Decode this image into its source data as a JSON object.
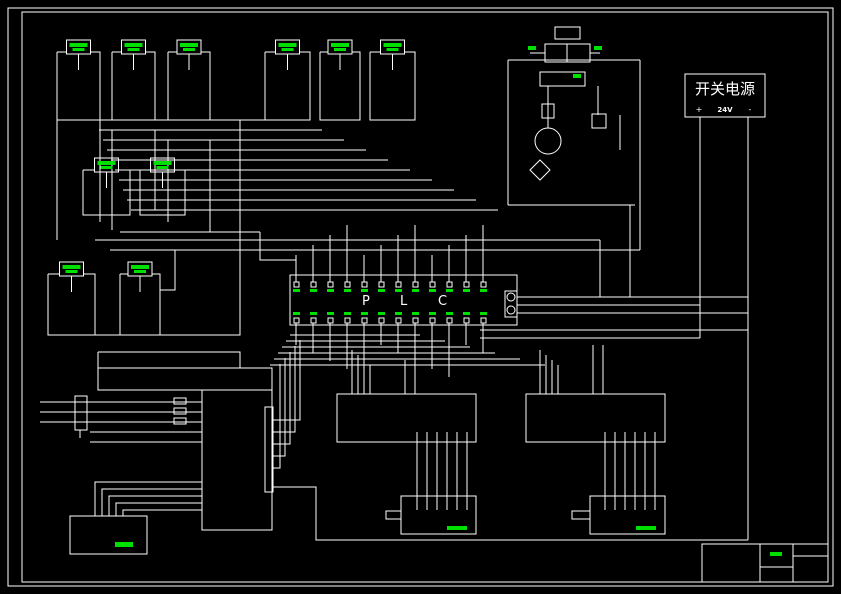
{
  "colors": {
    "background": "#000000",
    "lines": "#ffffff",
    "labels": "#00e000"
  },
  "power_supply": {
    "title": "开关电源",
    "plus": "+",
    "voltage": "24V",
    "minus": "-"
  },
  "plc": {
    "letters": [
      "P",
      "L",
      "C"
    ]
  }
}
